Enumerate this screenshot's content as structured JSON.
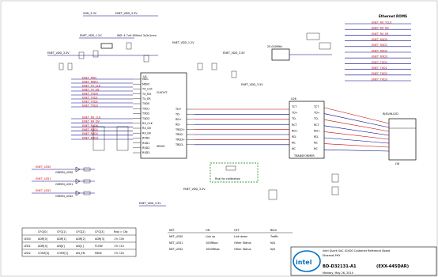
{
  "labels": {
    "vdd_3v3": "VDD_3.3V",
    "enet_vdd_3v3": "ENET_VDD_3.3V",
    "enet_vdd_1v2": "ENET_VDD_1.2V",
    "inductor": "IND: 4.7uH 600mA 3x3x1mm",
    "phy_refdes": "U5",
    "clkout": "CLKOUT",
    "sedio": "SEDIO",
    "crystal": "25.000MHz",
    "ethernet_rom": "Ethernet ROMS",
    "transformer_refdes": "U26",
    "transformer_part": "TRANSFORMER",
    "rj45_part": "RJ45/W-LED",
    "rj45_refdes": "J16",
    "cal_note": "Rcal for calibration"
  },
  "phy_left_pins": [
    "MDC",
    "MDIO",
    "TX_CLK",
    "TX_EN",
    "TX_ER",
    "TXD0",
    "TXD1",
    "TXD2",
    "TXD3",
    "RX_CLK",
    "RX_DV",
    "RX_ER",
    "RXD0",
    "RXD1",
    "RXD2",
    "RXD3"
  ],
  "phy_right_pins": [
    "TD+",
    "TD-",
    "RD+",
    "RD-",
    "TRD2+",
    "TRD2-",
    "TRD3+",
    "TRD3-"
  ],
  "left_nets": [
    "ENET_MDC",
    "ENET_MDIO",
    "ENET_TX_CLK",
    "ENET_TX_EN",
    "ENET_TXD0",
    "ENET_TXD1",
    "ENET_TXD2",
    "ENET_TXD3",
    "ENET_RX_CLK",
    "ENET_RX_DV",
    "ENET_RXD0",
    "ENET_RXD1",
    "ENET_RXD2",
    "ENET_RXD3"
  ],
  "right_nets": [
    "ENET_RX_TCLK",
    "ENET_RX_DV",
    "ENET_RX_ER",
    "ENET_RXD0",
    "ENET_RXD1",
    "ENET_RXD2",
    "ENET_RXD3",
    "ENET_TXD0",
    "ENET_TXD1",
    "ENET_TXD2",
    "ENET_TXD3"
  ],
  "xfmr_pins": [
    "TCT",
    "TD+",
    "TD-",
    "RCT",
    "RD+",
    "RD-",
    "NC",
    "NC"
  ],
  "leds": [
    {
      "net": "ENET_LED0",
      "name": "GREEN_LED0"
    },
    {
      "net": "ENET_LED1",
      "name": "GREEN_LED1"
    },
    {
      "net": "ENET_LED2",
      "name": "GREEN_LED2"
    }
  ],
  "led_table": {
    "headers": [
      "",
      "CFG[0]",
      "CFG[1]",
      "CFG[2]",
      "CFG[3]",
      "Rdg = Cfg"
    ],
    "rows": [
      [
        "LED0",
        "ADR[0]",
        "ADR[1]",
        "ADR[2]",
        "ADR[3]",
        "1'h C0h"
      ],
      [
        "LED1",
        "ADR[4]",
        "AN[0]",
        "AN[1]",
        "FLOW",
        "1'h C1h"
      ],
      [
        "LED2",
        "CONF[0]",
        "CONF[1]",
        "AN_EN",
        "MDIX",
        "1'h C2h"
      ]
    ]
  },
  "net_table": {
    "headers": [
      "NET",
      "ON",
      "OFF",
      "Blink"
    ],
    "rows": [
      [
        "NET_LED0",
        "Link up",
        "Link down",
        "Traffic"
      ],
      [
        "NET_LED1",
        "100Mbps",
        "Other Status",
        "N/A"
      ],
      [
        "NET_LED2",
        "1000Mbps",
        "Other Status",
        "N/A"
      ]
    ]
  },
  "title_block": {
    "logo": "intel",
    "line1": "Intel Quark SoC X1000 Customer Reference Board",
    "line2": "Ethernet PHY",
    "board": "BD-D32131-A1",
    "part": "(EXX-445DAR)",
    "date": "Monday, May 26, 2014"
  },
  "colors": {
    "wire": "#00008b",
    "net_label": "#d40000",
    "note_box": "#007a00",
    "intel_blue": "#0071c5"
  }
}
